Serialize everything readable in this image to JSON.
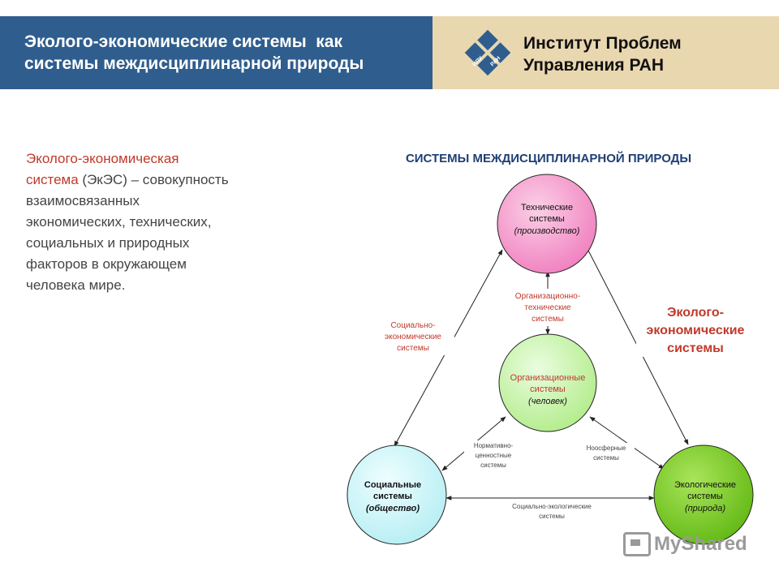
{
  "header": {
    "title_line1": "Эколого-экономические системы  как",
    "title_line2": "системы междисциплинарной природы",
    "org_line1": "Институт Проблем",
    "org_line2": "Управления РАН",
    "logo_icon": "ipu-ran-logo-icon",
    "colors": {
      "left": "#2f5e8e",
      "right": "#e9d7b0"
    }
  },
  "definition": {
    "term_line1": "Эколого-экономическая",
    "term_line2": "система",
    "text_line2_rest": " (ЭкЭС) – совокупность",
    "lines": [
      "взаимосвязанных",
      "экономических, технических,",
      "социальных и природных",
      "факторов в окружающем",
      "человека мире."
    ]
  },
  "diagram": {
    "title": "СИСТЕМЫ МЕЖДИСЦИПЛИНАРНОЙ ПРИРОДЫ",
    "nodes": {
      "technical": {
        "line1": "Технические",
        "line2": "системы",
        "line3": "(производство)",
        "color": "#f49ac8"
      },
      "organizational": {
        "line1": "Организационные",
        "line2": "системы",
        "line3": "(человек)",
        "color": "#c6f2a8"
      },
      "social": {
        "line1": "Социальные",
        "line2": "системы",
        "line3": "(общество)",
        "color": "#c5f2f5"
      },
      "ecological": {
        "line1": "Экологические",
        "line2": "системы",
        "line3": "(природа)",
        "color": "#7acc22"
      }
    },
    "edge_labels": {
      "org_tech": [
        "Организационно-",
        "технические",
        "системы"
      ],
      "soc_econ": [
        "Социально-",
        "экономические",
        "системы"
      ],
      "eco_econ": [
        "Эколого-",
        "экономические",
        "системы"
      ],
      "normative": [
        "Нормативно-",
        "ценностные",
        "системы"
      ],
      "noosphere": [
        "Ноосферные",
        "системы"
      ],
      "soc_eco": [
        "Социально-экологические",
        "системы"
      ]
    }
  },
  "watermark": {
    "text": "MyShared"
  }
}
